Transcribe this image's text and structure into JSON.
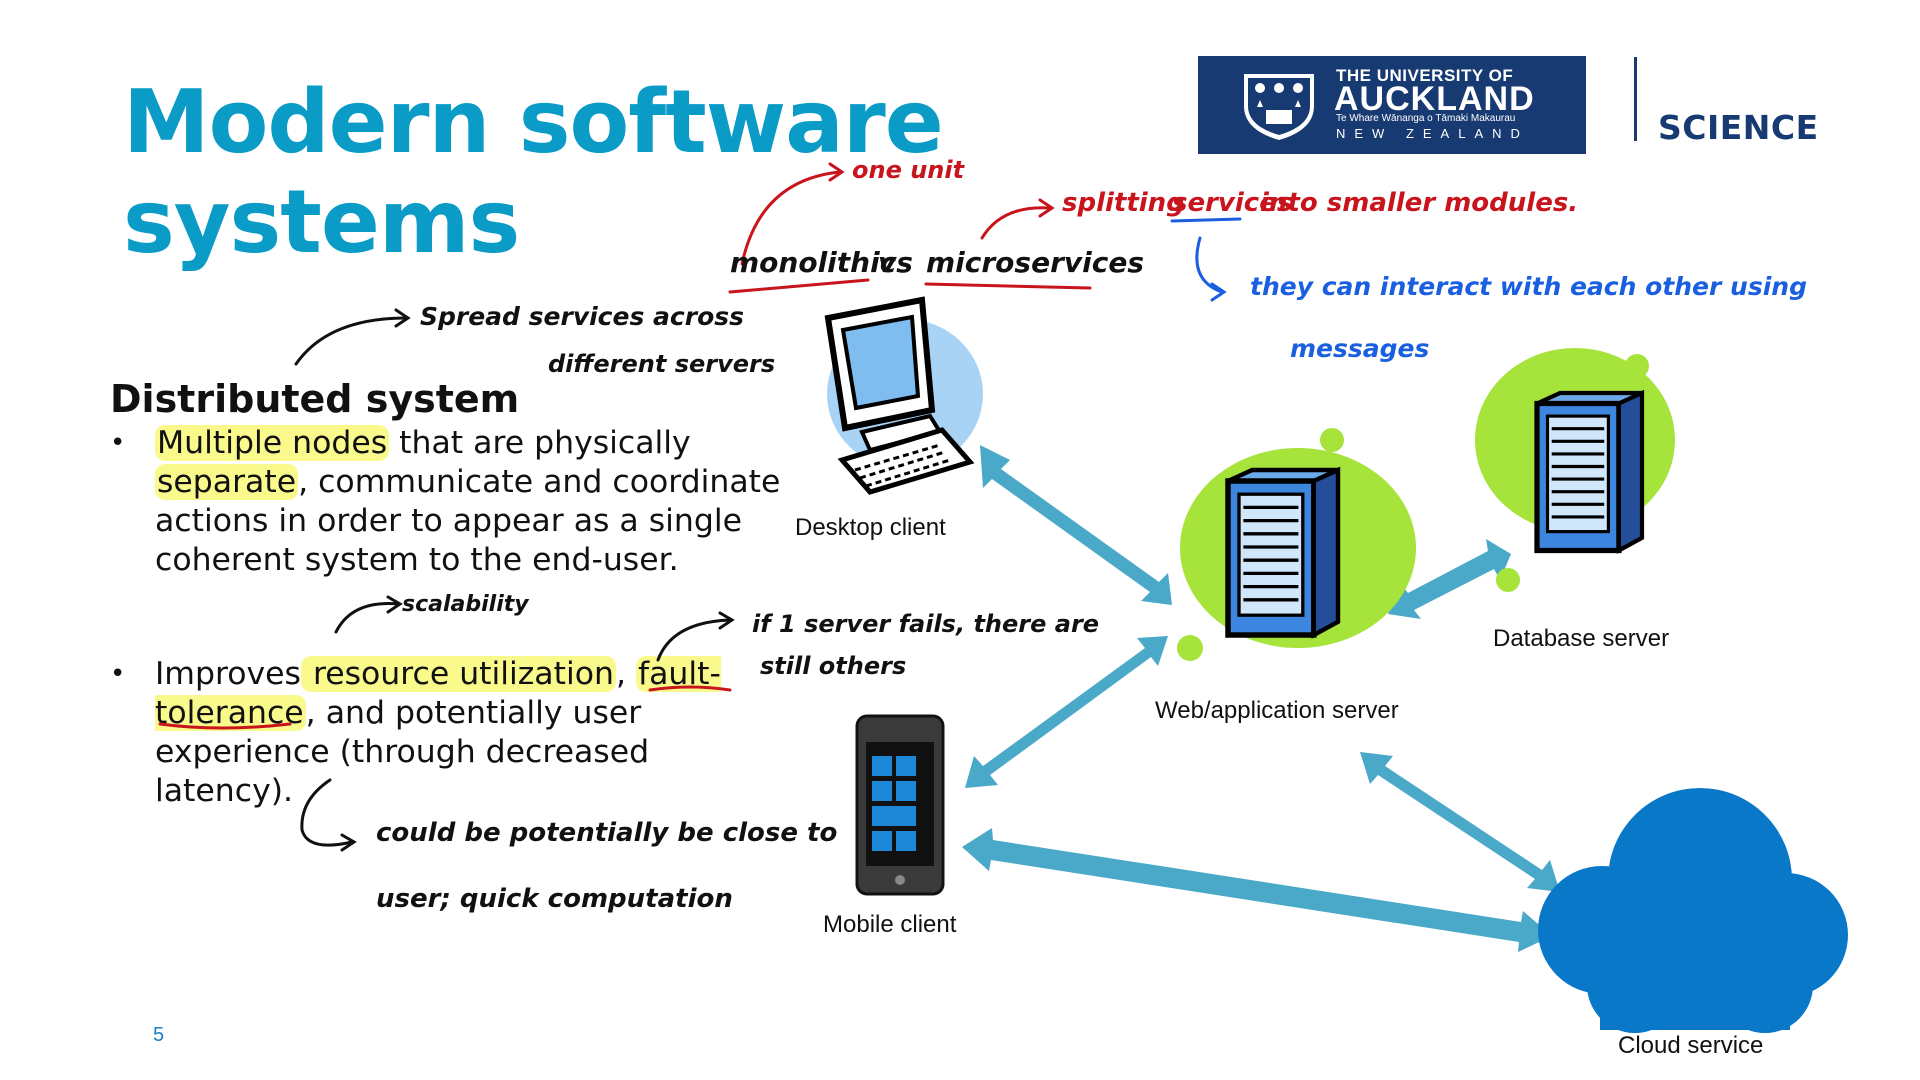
{
  "slide": {
    "title_line1": "Modern software",
    "title_line2": "systems",
    "page_number": "5"
  },
  "logo": {
    "line1": "THE UNIVERSITY OF",
    "line2": "AUCKLAND",
    "line3": "Te Whare Wānanga o Tāmaki Makaurau",
    "line4": "NEW ZEALAND",
    "faculty": "SCIENCE"
  },
  "content": {
    "heading": "Distributed system",
    "bullet1": {
      "hl1": "Multiple nodes",
      "t1": " that are physically ",
      "hl2": "separate",
      "t2": ", communicate and coordinate actions in order to appear as a single coherent system to the end-user."
    },
    "bullet2": {
      "t1": "Improves",
      "hl1": " resource utilization",
      "t2": ", ",
      "hl2": "fault-tolerance",
      "t3": ", and potentially user experience (through decreased latency)."
    }
  },
  "diagram": {
    "nodes": {
      "desktop": "Desktop client",
      "web": "Web/application server",
      "database": "Database server",
      "mobile": "Mobile client",
      "cloud": "Cloud service"
    },
    "colors": {
      "arrow": "#4aa8c8",
      "server_blob": "#a6e33b",
      "cloud": "#0a78c8",
      "desktop_blob": "#a9d3f5"
    }
  },
  "annotations": {
    "one_unit": "one unit",
    "monolithic": "monolithic",
    "vs": "vs",
    "microservices": "microservices",
    "splitting": "splitting",
    "services": "services",
    "into_modules": "into smaller modules.",
    "interact_line1": "they can interact with each other using",
    "interact_line2": "messages",
    "spread_line1": "Spread services across",
    "spread_line2": "different servers",
    "scalability": "scalability",
    "fails_line1": "if 1 server fails, there are",
    "fails_line2": "still others",
    "close_line1": "could be potentially be close to",
    "close_line2": "user; quick computation"
  }
}
